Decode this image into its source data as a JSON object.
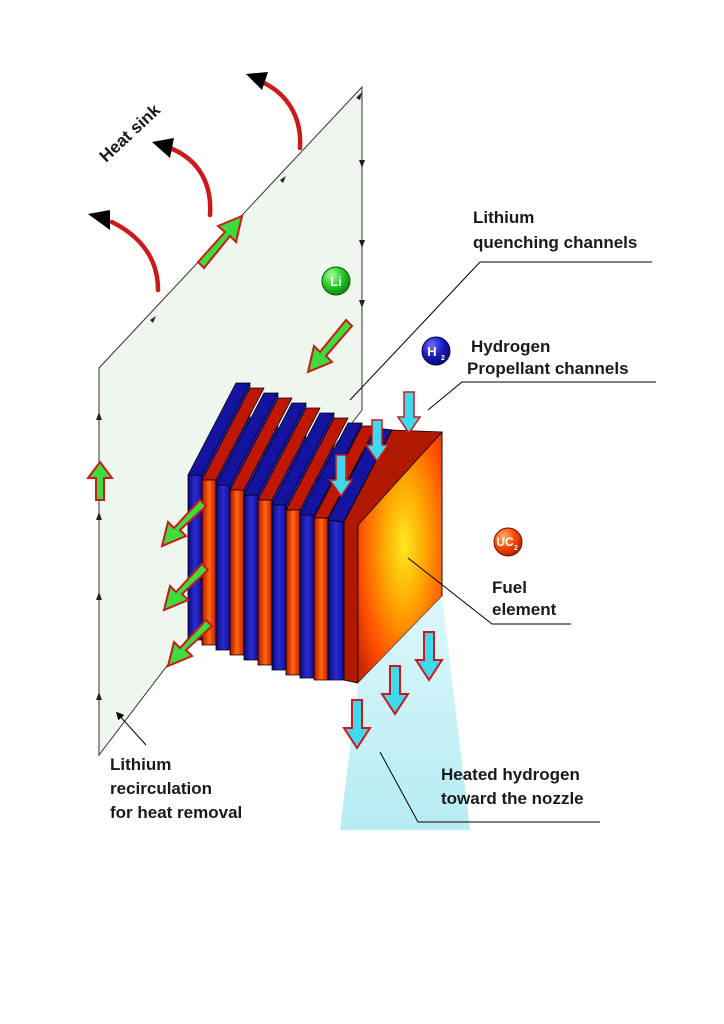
{
  "labels": {
    "heat_sink": "Heat sink",
    "lithium_quenching_line1": "Lithium",
    "lithium_quenching_line2": "quenching channels",
    "hydrogen_line1": "Hydrogen",
    "hydrogen_line2": "Propellant channels",
    "fuel_line1": "Fuel",
    "fuel_line2": "element",
    "recirc_line1": "Lithium",
    "recirc_line2": "recirculation",
    "recirc_line3": "for heat removal",
    "heated_line1": "Heated hydrogen",
    "heated_line2": "toward the nozzle"
  },
  "badges": {
    "li": "Li",
    "h": "H",
    "h_sub": "2",
    "uc": "UC",
    "uc_sub": "2"
  },
  "colors": {
    "lithium_green": "#22cc22",
    "hydrogen_blue": "#1a1aa8",
    "fuel_orange": "#ff5a00",
    "arrow_red": "#cc1a1a",
    "channel_cyan": "#40d8ec",
    "panel_fill": "#eef6ee",
    "stream_fill": "#bfeef4"
  }
}
